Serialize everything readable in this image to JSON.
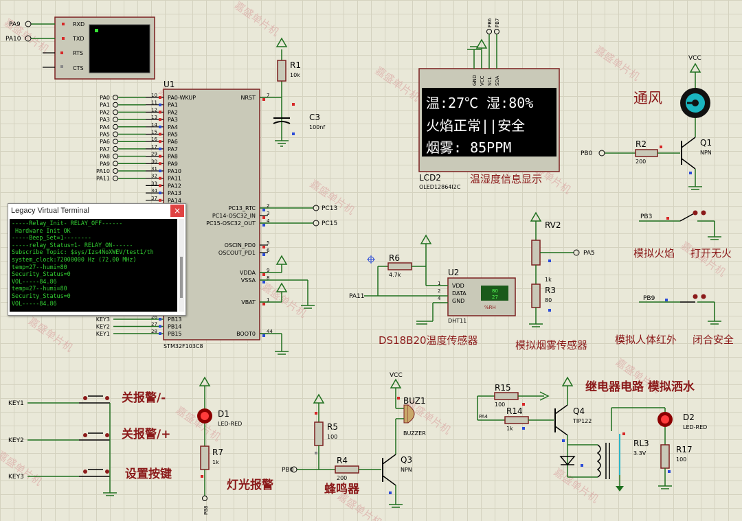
{
  "terminal_window": {
    "title": "Legacy Virtual Terminal",
    "close": "×",
    "lines": [
      "-----Relay_Init- RELAY_OFF------",
      " Hardware Init OK",
      "-----Beep_Set=1--------",
      "-----relay_Status=1- RELAY_ON------",
      "Subscribe Topic: $sys/Izs4NoXWEV/test1/th",
      "system_clock:72000000 Hz (72.00 MHz)",
      "temp=27--humi=80",
      "Security_Status=0",
      "VOL-----84.86",
      "temp=27--humi=80",
      "Security_Status=0",
      "VOL-----84.86"
    ]
  },
  "vterm": {
    "pins": [
      "RXD",
      "TXD",
      "RTS",
      "CTS"
    ],
    "nets": [
      "PA9",
      "PA10"
    ]
  },
  "mcu": {
    "ref": "U1",
    "part": "STM32F103C8",
    "left_pins": [
      {
        "num": "10",
        "name": "PA0-WKUP",
        "net": "PA0"
      },
      {
        "num": "11",
        "name": "PA1",
        "net": "PA1"
      },
      {
        "num": "12",
        "name": "PA2",
        "net": "PA2"
      },
      {
        "num": "13",
        "name": "PA3",
        "net": "PA3"
      },
      {
        "num": "14",
        "name": "PA4",
        "net": "PA4"
      },
      {
        "num": "15",
        "name": "PA5",
        "net": "PA5"
      },
      {
        "num": "16",
        "name": "PA6",
        "net": "PA6"
      },
      {
        "num": "17",
        "name": "PA7",
        "net": "PA7"
      },
      {
        "num": "29",
        "name": "PA8",
        "net": "PA8"
      },
      {
        "num": "30",
        "name": "PA9",
        "net": "PA9"
      },
      {
        "num": "31",
        "name": "PA10",
        "net": "PA10"
      },
      {
        "num": "32",
        "name": "PA11",
        "net": "PA11"
      },
      {
        "num": "33",
        "name": "PA12",
        "net": ""
      },
      {
        "num": "34",
        "name": "PA13",
        "net": ""
      },
      {
        "num": "37",
        "name": "PA14",
        "net": ""
      }
    ],
    "left_bottom_pins": [
      {
        "num": "26",
        "name": "PB13",
        "net": "KEY3"
      },
      {
        "num": "27",
        "name": "PB14",
        "net": "KEY2"
      },
      {
        "num": "28",
        "name": "PB15",
        "net": "KEY1"
      }
    ],
    "right_pins": [
      {
        "num": "7",
        "name": "NRST",
        "net": ""
      },
      {
        "num": "2",
        "name": "PC13_RTC",
        "net": "PC13"
      },
      {
        "num": "3",
        "name": "PC14-OSC32_IN",
        "net": ""
      },
      {
        "num": "4",
        "name": "PC15-OSC32_OUT",
        "net": "PC15"
      },
      {
        "num": "5",
        "name": "OSCIN_PD0",
        "net": ""
      },
      {
        "num": "6",
        "name": "OSCOUT_PD1",
        "net": ""
      },
      {
        "num": "9",
        "name": "VDDA",
        "net": ""
      },
      {
        "num": "8",
        "name": "VSSA",
        "net": ""
      },
      {
        "num": "1",
        "name": "VBAT",
        "net": ""
      },
      {
        "num": "44",
        "name": "BOOT0",
        "net": ""
      }
    ]
  },
  "parts": {
    "r1": {
      "ref": "R1",
      "value": "10k"
    },
    "c3": {
      "ref": "C3",
      "value": "100nf"
    },
    "r2": {
      "ref": "R2",
      "value": "200"
    },
    "q1": {
      "ref": "Q1",
      "value": "NPN"
    },
    "vcc": "VCC",
    "rv2": {
      "ref": "RV2",
      "value": "1k"
    },
    "r3": {
      "ref": "R3",
      "value": "80"
    },
    "r6": {
      "ref": "R6",
      "value": "4.7k"
    },
    "u2": {
      "ref": "U2",
      "part": "DHT11",
      "pins": [
        "VDD",
        "DATA",
        "GND"
      ],
      "nums": [
        "1",
        "2",
        "4"
      ],
      "display": [
        "80",
        "27"
      ],
      "rh": "%RH"
    },
    "d1": {
      "ref": "D1",
      "value": "LED-RED"
    },
    "r7": {
      "ref": "R7",
      "value": "1k"
    },
    "r5": {
      "ref": "R5",
      "value": "100"
    },
    "r4": {
      "ref": "R4",
      "value": "200"
    },
    "q3": {
      "ref": "Q3",
      "value": "NPN"
    },
    "buz1": {
      "ref": "BUZ1",
      "value": "BUZZER"
    },
    "r15": {
      "ref": "R15",
      "value": "100"
    },
    "r14": {
      "ref": "R14",
      "value": "1k"
    },
    "q4": {
      "ref": "Q4",
      "value": "TIP122"
    },
    "rl3": {
      "ref": "RL3",
      "value": "3.3V"
    },
    "d2": {
      "ref": "D2",
      "value": "LED-RED"
    },
    "r17": {
      "ref": "R17",
      "value": "100"
    },
    "lcd2": {
      "ref": "LCD2",
      "part": "OLED12864I2C",
      "pins": [
        "GND",
        "VCC",
        "SCL",
        "SDA"
      ],
      "nets": [
        "PB6",
        "PB7"
      ]
    }
  },
  "nets": {
    "pb0": "PB0",
    "pa5": "PA5",
    "pa11": "PA11",
    "pb3": "PB3",
    "pb9": "PB9",
    "pa4": "PA4",
    "pb8": "PB8",
    "pc13": "PC13",
    "pc15": "PC15",
    "key1": "KEY1",
    "key2": "KEY2",
    "key3": "KEY3"
  },
  "oled": {
    "line1": "温:27℃ 湿:80%",
    "line2": "火焰正常||安全",
    "line3": "烟雾:  85PPM"
  },
  "labels": {
    "oled_desc": "温湿度信息显示",
    "fan": "通风",
    "flame_sim": "模拟火焰",
    "flame_open": "打开无火",
    "smoke_sim": "模拟烟雾传感器",
    "pir_sim": "模拟人体红外",
    "pir_close": "闭合安全",
    "ds18b20": "DS18B20温度传感器",
    "close_alarm1": "关报警/-",
    "close_alarm2": "关报警/+",
    "set_key": "设置按键",
    "light_alarm": "灯光报警",
    "buzzer_label": "蜂鸣器",
    "relay_circuit": "继电器电路 模拟洒水"
  },
  "watermark": "嘉盛单片机",
  "colors": {
    "wire": "#1e6f1e",
    "label": "#8b1a1a",
    "terminal_bg": "#000000",
    "terminal_text": "#33d033"
  }
}
